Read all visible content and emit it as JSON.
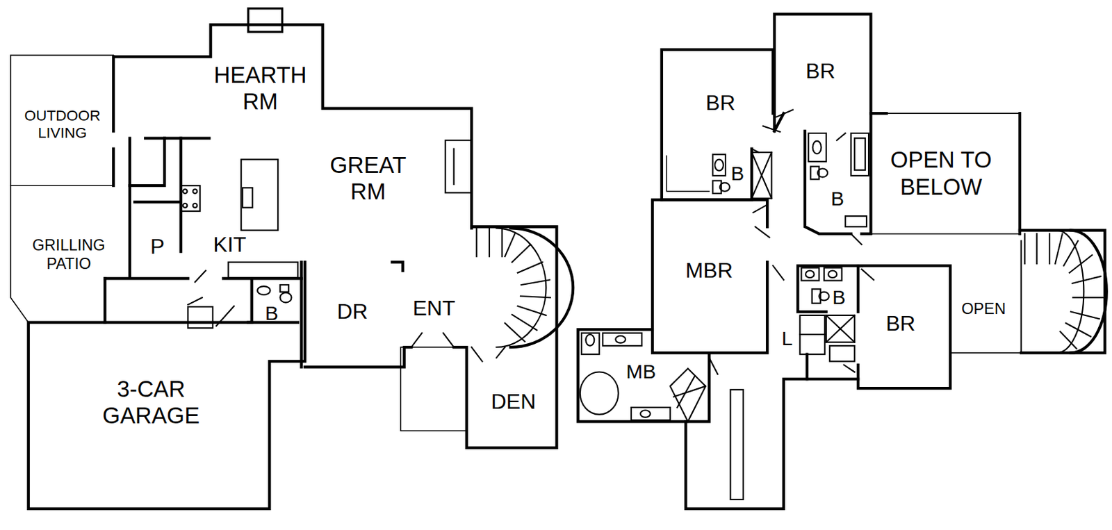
{
  "diagram": {
    "labels": [
      "HEARTH RM",
      "OUTDOOR LIVING",
      "GREAT RM",
      "GRILLING PATIO",
      "P",
      "KIT",
      "B",
      "DR",
      "ENT",
      "3-CAR GARAGE",
      "DEN",
      "BR",
      "BR",
      "B",
      "B",
      "OPEN TO BELOW",
      "MBR",
      "B",
      "BR",
      "OPEN",
      "L",
      "MB"
    ]
  }
}
